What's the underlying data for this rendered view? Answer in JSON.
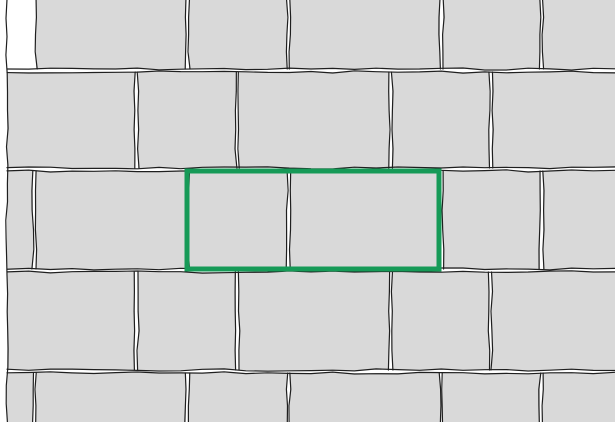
{
  "scene": {
    "description_free": true,
    "background_color": "#d9d9d9",
    "mortar_color": "#1f1f1f",
    "highlight_color": "#169a57"
  },
  "wall": {
    "style": "hand-drawn brick wall",
    "brick_rows_visible": 5
  },
  "selection": {
    "shape": "rectangle",
    "spans_bricks": 2
  }
}
